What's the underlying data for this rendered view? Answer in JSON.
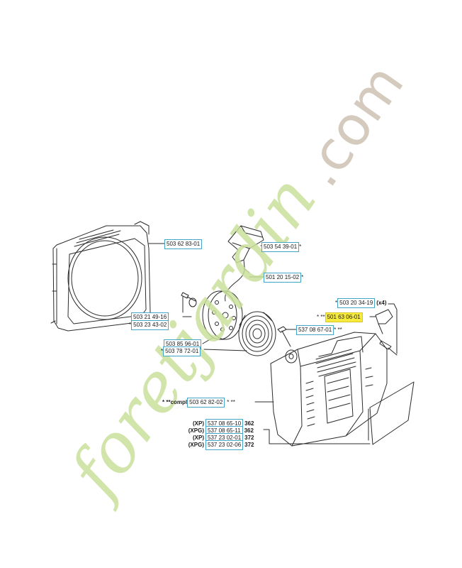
{
  "colors": {
    "label_border": "#43a6c9",
    "highlight": "#f6ea3c",
    "watermark_green": "#c9df9a",
    "watermark_brown": "#cfc4b6",
    "line": "#2b2b2b"
  },
  "watermark": {
    "text_green": "foretjardin",
    "text_brown": ".com"
  },
  "parts": [
    {
      "pre": "",
      "num": "503 62 83-01",
      "suf": "",
      "tag": "",
      "qty": ""
    },
    {
      "pre": "",
      "num": "503 54 39-01",
      "suf": "*",
      "tag": "",
      "qty": ""
    },
    {
      "pre": "",
      "num": "501 20 15-02",
      "suf": "*",
      "tag": "",
      "qty": ""
    },
    {
      "pre": "*",
      "num": "503 20 34-19",
      "suf": "",
      "tag": "",
      "qty": "(x4)"
    },
    {
      "pre": "* **",
      "num": "501 63 06-01",
      "suf": "",
      "tag": "",
      "qty": ""
    },
    {
      "pre": "",
      "num": "503 21 49-16",
      "suf": "",
      "tag": "",
      "qty": ""
    },
    {
      "pre": "*",
      "num": "503 23 43-02",
      "suf": "",
      "tag": "",
      "qty": ""
    },
    {
      "pre": "",
      "num": "537 08 67-01",
      "suf": "* **",
      "tag": "",
      "qty": ""
    },
    {
      "pre": "",
      "num": "503 85 96-01",
      "suf": "",
      "tag": "",
      "qty": ""
    },
    {
      "pre": "*",
      "num": "503 78 72-01",
      "suf": "",
      "tag": "",
      "qty": ""
    },
    {
      "pre": "* **compl",
      "num": "503 62 82-02",
      "suf": "* **",
      "tag": "",
      "qty": ""
    },
    {
      "pre": "",
      "num": "537 08 65-10",
      "suf": "",
      "tag": "(XP)",
      "qty": "362"
    },
    {
      "pre": "",
      "num": "537 08 65-11",
      "suf": "",
      "tag": "(XPG)",
      "qty": "362"
    },
    {
      "pre": "",
      "num": "537 23 02-01",
      "suf": "",
      "tag": "(XP)",
      "qty": "372"
    },
    {
      "pre": "",
      "num": "537 23 02-06",
      "suf": "",
      "tag": "(XPG)",
      "qty": "372"
    }
  ]
}
